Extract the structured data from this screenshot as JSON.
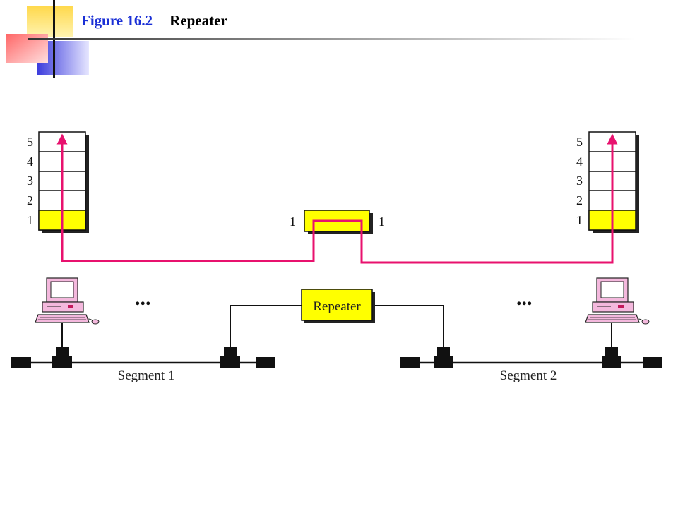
{
  "header": {
    "figure_label": "Figure 16.2",
    "figure_title": "Repeater"
  },
  "diagram": {
    "left_station": {
      "layers": [
        "5",
        "4",
        "3",
        "2",
        "1"
      ],
      "active_layer": "1"
    },
    "right_station": {
      "layers": [
        "5",
        "4",
        "3",
        "2",
        "1"
      ],
      "active_layer": "1"
    },
    "repeater_stack": {
      "left_label": "1",
      "right_label": "1"
    },
    "repeater_box_label": "Repeater",
    "ellipsis_left": "...",
    "ellipsis_right": "...",
    "segment_1_label": "Segment 1",
    "segment_2_label": "Segment 2"
  },
  "colors": {
    "path": "#e8116e",
    "highlight": "#ffff00",
    "title_accent": "#1a2fd6",
    "computer": "#f4b8dd"
  }
}
